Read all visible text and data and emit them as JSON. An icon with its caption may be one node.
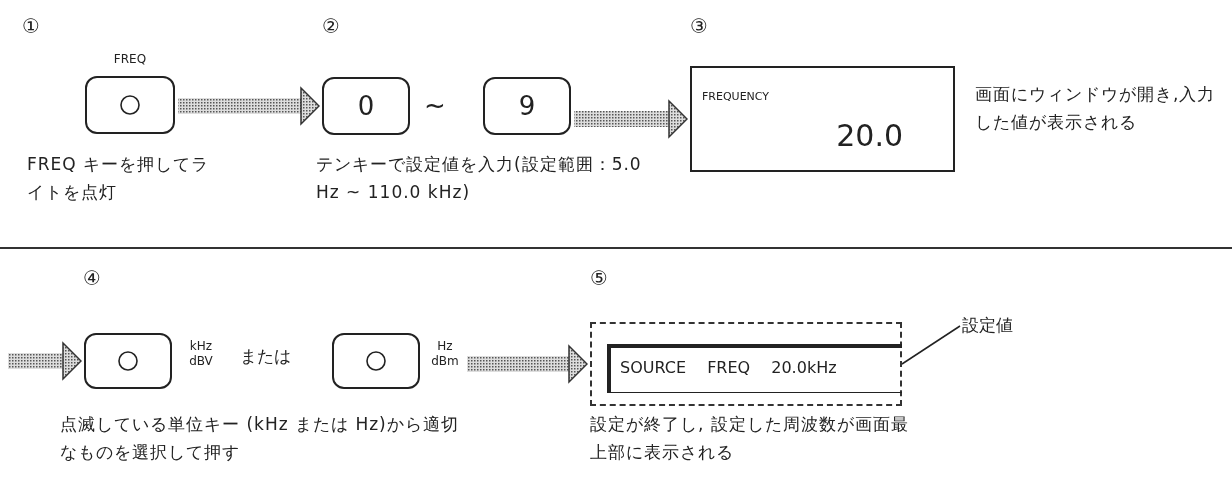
{
  "diagram": {
    "nodes": [
      {
        "text": [
          "FREQ"
        ],
        "beside": [
          "FREQ キーを押してライトを点灯"
        ]
      },
      {
        "text": [
          "0"
        ]
      },
      {
        "text": [
          "9"
        ]
      },
      {
        "text": [
          "FREQUENCY",
          "20.0"
        ],
        "beside": [
          "画面にウィンドウが開き,入力した値が表示される"
        ]
      },
      {
        "text": [
          "kHz dBV"
        ]
      },
      {
        "text": [
          "Hz dBm"
        ]
      },
      {
        "text": [
          "SOURCE FREQ 20.0kHz"
        ],
        "beside": [
          "設定が終了し, 設定した周波数が画面最上部に表示される"
        ]
      },
      {
        "text": [
          "設定値"
        ]
      }
    ],
    "edges": [
      {
        "from": 0,
        "to": 1,
        "arrow": "to"
      },
      {
        "from": 2,
        "to": 3,
        "arrow": "to"
      },
      {
        "from": null,
        "to": 4,
        "arrow": "to"
      },
      {
        "from": 5,
        "to": 6,
        "arrow": "to"
      },
      {
        "from": 7,
        "to": 6,
        "arrow": "none"
      }
    ],
    "labels": [
      "①",
      "②",
      "~",
      "テンキーで設定値を入力(設定範囲：5.0 Hz ~ 110.0 kHz)",
      "③",
      "④",
      "または",
      "点滅している単位キー (kHz または Hz)から適切なものを選択して押す",
      "⑤"
    ]
  }
}
